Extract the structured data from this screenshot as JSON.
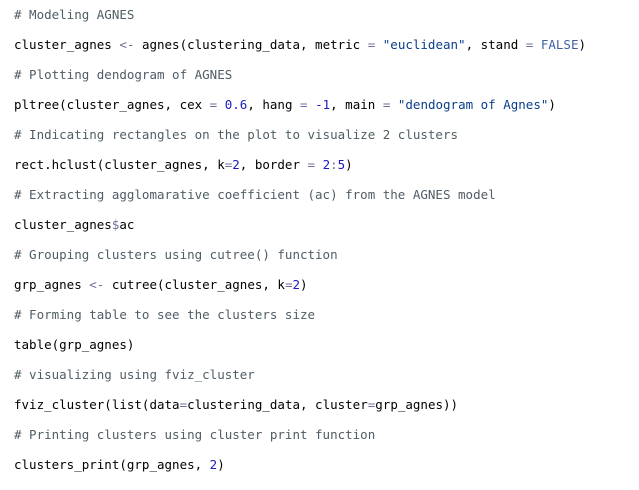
{
  "colors": {
    "comment": "#4f5d64",
    "operator": "#6a6f9a",
    "number": "#1b1bbd",
    "string": "#0a3f8a",
    "constant": "#3f5fa6",
    "plain": "#000000",
    "background": "#ffffff"
  },
  "lines": [
    [
      {
        "t": "# Modeling AGNES",
        "k": "comment"
      }
    ],
    [
      {
        "t": "cluster_agnes ",
        "k": "plain"
      },
      {
        "t": "<-",
        "k": "op"
      },
      {
        "t": " agnes(clustering_data, metric ",
        "k": "plain"
      },
      {
        "t": "=",
        "k": "op"
      },
      {
        "t": " ",
        "k": "plain"
      },
      {
        "t": "\"euclidean\"",
        "k": "str"
      },
      {
        "t": ", stand ",
        "k": "plain"
      },
      {
        "t": "=",
        "k": "op"
      },
      {
        "t": " ",
        "k": "plain"
      },
      {
        "t": "FALSE",
        "k": "const"
      },
      {
        "t": ")",
        "k": "plain"
      }
    ],
    [
      {
        "t": "# Plotting dendogram of AGNES",
        "k": "comment"
      }
    ],
    [
      {
        "t": "pltree(cluster_agnes, cex ",
        "k": "plain"
      },
      {
        "t": "=",
        "k": "op"
      },
      {
        "t": " ",
        "k": "plain"
      },
      {
        "t": "0.6",
        "k": "num"
      },
      {
        "t": ", hang ",
        "k": "plain"
      },
      {
        "t": "=",
        "k": "op"
      },
      {
        "t": " ",
        "k": "plain"
      },
      {
        "t": "-1",
        "k": "num"
      },
      {
        "t": ", main ",
        "k": "plain"
      },
      {
        "t": "=",
        "k": "op"
      },
      {
        "t": " ",
        "k": "plain"
      },
      {
        "t": "\"dendogram of Agnes\"",
        "k": "str"
      },
      {
        "t": ")",
        "k": "plain"
      }
    ],
    [
      {
        "t": "# Indicating rectangles on the plot to visualize 2 clusters",
        "k": "comment"
      }
    ],
    [
      {
        "t": "rect.hclust(cluster_agnes, k",
        "k": "plain"
      },
      {
        "t": "=",
        "k": "op"
      },
      {
        "t": "2",
        "k": "num"
      },
      {
        "t": ", border ",
        "k": "plain"
      },
      {
        "t": "=",
        "k": "op"
      },
      {
        "t": " ",
        "k": "plain"
      },
      {
        "t": "2",
        "k": "num"
      },
      {
        "t": ":",
        "k": "op"
      },
      {
        "t": "5",
        "k": "num"
      },
      {
        "t": ")",
        "k": "plain"
      }
    ],
    [
      {
        "t": "# Extracting agglomarative coefficient (ac) from the AGNES model",
        "k": "comment"
      }
    ],
    [
      {
        "t": "cluster_agnes",
        "k": "plain"
      },
      {
        "t": "$",
        "k": "op"
      },
      {
        "t": "ac",
        "k": "plain"
      }
    ],
    [
      {
        "t": "# Grouping clusters using cutree() function",
        "k": "comment"
      }
    ],
    [
      {
        "t": "grp_agnes ",
        "k": "plain"
      },
      {
        "t": "<-",
        "k": "op"
      },
      {
        "t": " cutree(cluster_agnes, k",
        "k": "plain"
      },
      {
        "t": "=",
        "k": "op"
      },
      {
        "t": "2",
        "k": "num"
      },
      {
        "t": ")",
        "k": "plain"
      }
    ],
    [
      {
        "t": "# Forming table to see the clusters size",
        "k": "comment"
      }
    ],
    [
      {
        "t": "table(grp_agnes)",
        "k": "plain"
      }
    ],
    [
      {
        "t": "# visualizing using fviz_cluster",
        "k": "comment"
      }
    ],
    [
      {
        "t": "fviz_cluster(list(data",
        "k": "plain"
      },
      {
        "t": "=",
        "k": "op"
      },
      {
        "t": "clustering_data, cluster",
        "k": "plain"
      },
      {
        "t": "=",
        "k": "op"
      },
      {
        "t": "grp_agnes))",
        "k": "plain"
      }
    ],
    [
      {
        "t": "# Printing clusters using cluster print function",
        "k": "comment"
      }
    ],
    [
      {
        "t": "clusters_print(grp_agnes, ",
        "k": "plain"
      },
      {
        "t": "2",
        "k": "num"
      },
      {
        "t": ")",
        "k": "plain"
      }
    ]
  ]
}
